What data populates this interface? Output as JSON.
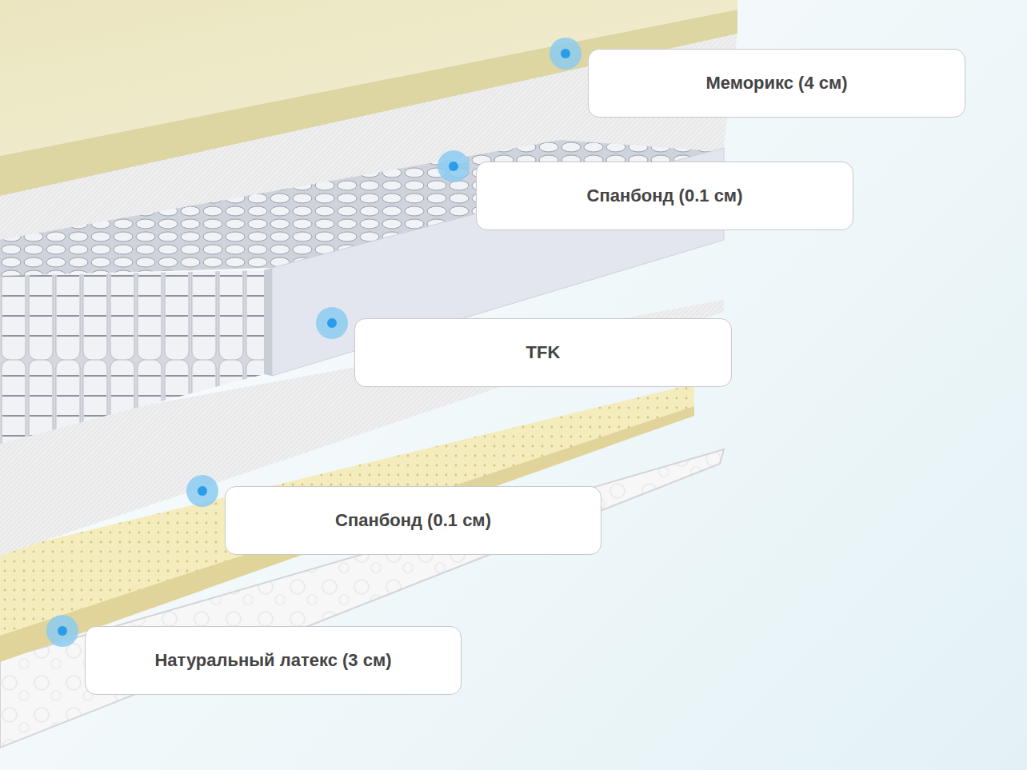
{
  "diagram": {
    "nodes": [
      {
        "text": [
          "Меморикс (4 см)"
        ]
      },
      {
        "text": [
          "Спанбонд (0.1 см)"
        ]
      },
      {
        "text": [
          "TFK"
        ]
      },
      {
        "text": [
          "Спанбонд (0.1 см)"
        ]
      },
      {
        "text": [
          "Натуральный латекс (3 см)"
        ]
      }
    ]
  }
}
